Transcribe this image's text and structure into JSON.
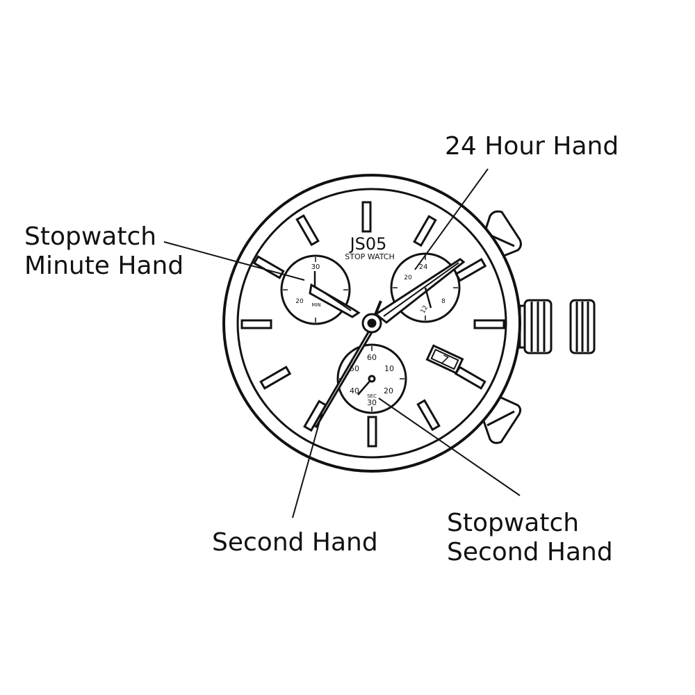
{
  "labels": {
    "hour24": "24 Hour Hand",
    "sw_minute_line1": "Stopwatch",
    "sw_minute_line2": "Minute Hand",
    "second": "Second Hand",
    "sw_second_line1": "Stopwatch",
    "sw_second_line2": "Second Hand"
  },
  "dial": {
    "brand": "JS05",
    "subtitle": "STOP WATCH",
    "date": "7",
    "minute_subdial": {
      "top": "30",
      "left": "20",
      "unit": "MIN"
    },
    "hour_subdial": {
      "top": "24",
      "left": "20",
      "right": "8",
      "bottom": "12"
    },
    "second_subdial": {
      "top": "60",
      "right_top": "10",
      "left_top": "50",
      "left_bottom": "40",
      "right_bottom": "20",
      "bottom": "30",
      "unit": "SEC"
    }
  },
  "colors": {
    "ink": "#111111",
    "paper": "#ffffff"
  }
}
